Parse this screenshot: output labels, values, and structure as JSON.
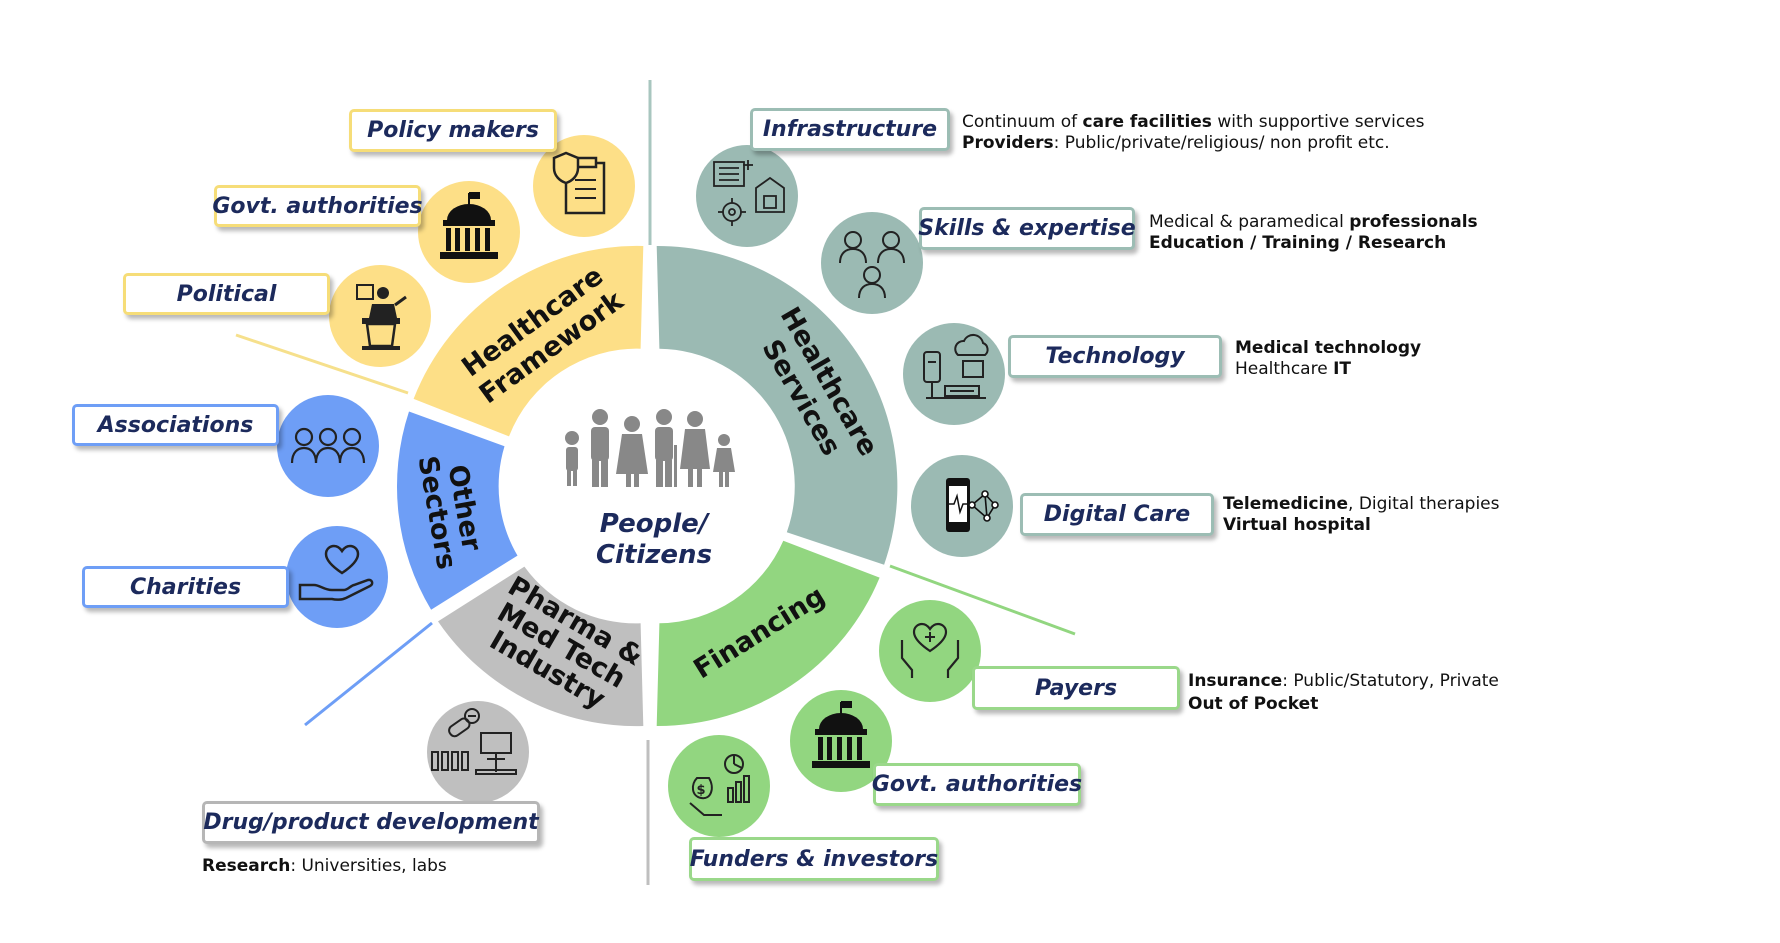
{
  "center": {
    "line1": "People/",
    "line2": "Citizens"
  },
  "segments": {
    "framework": {
      "line1": "Healthcare",
      "line2": "Framework"
    },
    "services": {
      "line1": "Healthcare",
      "line2": "Services"
    },
    "financing": {
      "line1": "Financing"
    },
    "pharma": {
      "line1": "Pharma &",
      "line2": "Med Tech",
      "line3": "Industry"
    },
    "other": {
      "line1": "Other",
      "line2": "Sectors"
    }
  },
  "labels": {
    "policy_makers": "Policy makers",
    "govt_authorities_top": "Govt. authorities",
    "political": "Political",
    "associations": "Associations",
    "charities": "Charities",
    "drug_dev": "Drug/product development",
    "infrastructure": "Infrastructure",
    "skills": "Skills & expertise",
    "technology": "Technology",
    "digital_care": "Digital Care",
    "payers": "Payers",
    "govt_authorities_bottom": "Govt. authorities",
    "funders": "Funders & investors"
  },
  "descriptions": {
    "infrastructure": {
      "l1_a": "Continuum of ",
      "l1_b": "care facilities",
      "l1_c": " with supportive services",
      "l2_a": "Providers",
      "l2_b": ":  Public/private/religious/ non profit etc."
    },
    "skills": {
      "l1_a": "Medical & paramedical ",
      "l1_b": "professionals",
      "l2_a": "Education / Training / Research"
    },
    "technology": {
      "l1_a": "Medical technology",
      "l2_a": "Healthcare ",
      "l2_b": "IT"
    },
    "digital_care": {
      "l1_a": "Telemedicine",
      "l1_b": ", Digital therapies",
      "l2_a": "Virtual hospital"
    },
    "payers": {
      "l1_a": "Insurance",
      "l1_b": ": Public/Statutory, Private",
      "l2_a": "Out of Pocket"
    },
    "research": {
      "a": "Research",
      "b": ": Universities, labs"
    }
  },
  "colors": {
    "framework": "#fddf87",
    "services": "#9bbab3",
    "financing": "#92d680",
    "pharma": "#bfbfbf",
    "other": "#6e9ef6",
    "label_text": "#1c2a5c"
  }
}
